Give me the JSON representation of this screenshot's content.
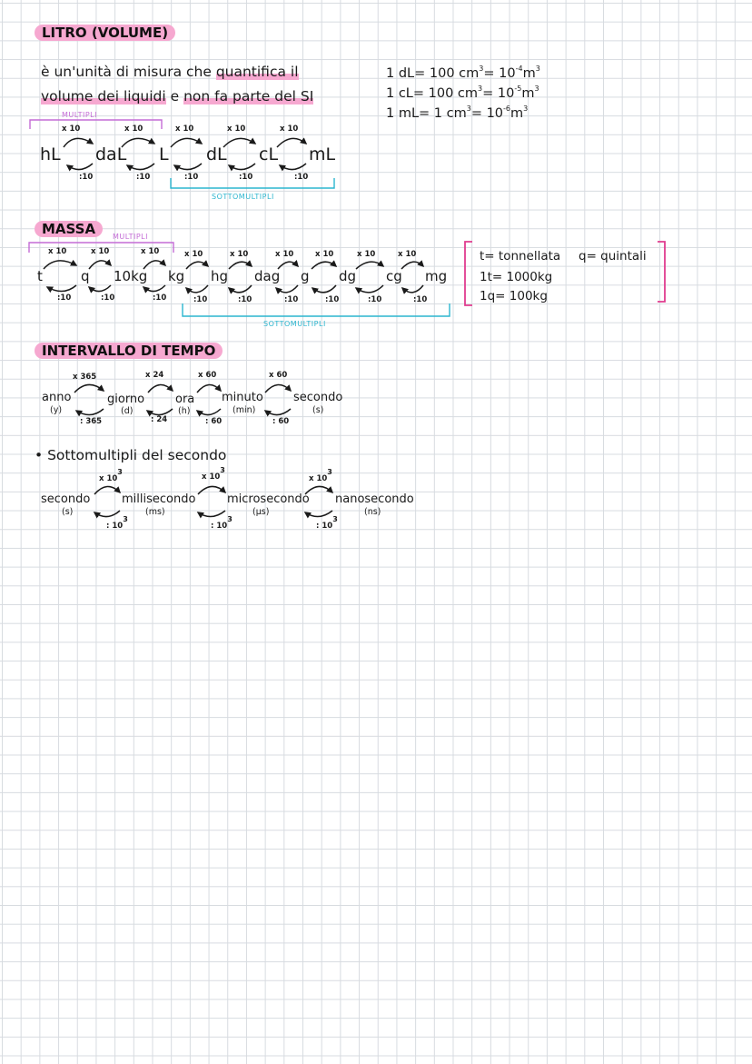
{
  "litro": {
    "heading": "LITRO (VOLUME)",
    "desc_line1_pre": "è un'unità di misura che ",
    "desc_line1_hl": "quantifica il",
    "desc_line2_pre": "volume dei liquidi",
    "desc_line2_mid": " e ",
    "desc_line2_hl": "non fa parte del SI",
    "formulas": [
      {
        "lhs": "1 dL= 100 cm",
        "mid": "= 10",
        "exp": "-4",
        "unit": "m",
        "unit_exp": "3"
      },
      {
        "lhs": "1 cL= 100 cm",
        "mid": "= 10",
        "exp": "-5",
        "unit": "m",
        "unit_exp": "3"
      },
      {
        "lhs": "1 mL= 1 cm",
        "mid": "= 10",
        "exp": "-6",
        "unit": "m",
        "unit_exp": "3"
      }
    ],
    "cm_exp": "3",
    "units": [
      "hL",
      "daL",
      "L",
      "dL",
      "cL",
      "mL"
    ],
    "mult_label": "x 10",
    "div_label": ":10",
    "multipli": "MULTIPLI",
    "sottomultipli": "SOTTOMULTIPLI"
  },
  "massa": {
    "heading": "MASSA",
    "units": [
      "t",
      "q",
      "10kg",
      "kg",
      "hg",
      "dag",
      "g",
      "dg",
      "cg",
      "mg"
    ],
    "mult_label": "x 10",
    "div_label": ":10",
    "multipli": "MULTIPLI",
    "sottomultipli": "SOTTOMULTIPLI",
    "notes": [
      "t= tonnellata",
      "q= quintali",
      "1t= 1000kg",
      "1q= 100kg"
    ]
  },
  "tempo": {
    "heading": "INTERVALLO DI TEMPO",
    "units": [
      {
        "name": "anno",
        "abbr": "(y)"
      },
      {
        "name": "giorno",
        "abbr": "(d)"
      },
      {
        "name": "ora",
        "abbr": "(h)"
      },
      {
        "name": "minuto",
        "abbr": "(min)"
      },
      {
        "name": "secondo",
        "abbr": "(s)"
      }
    ],
    "mult_labels": [
      "x 365",
      "x 24",
      "x 60",
      "x 60"
    ],
    "div_labels": [
      ": 365",
      ": 24",
      ": 60",
      ": 60"
    ]
  },
  "secondo": {
    "heading": "• Sottomultipli del secondo",
    "units": [
      {
        "name": "secondo",
        "abbr": "(s)"
      },
      {
        "name": "millisecondo",
        "abbr": "(ms)"
      },
      {
        "name": "microsecondo",
        "abbr": "(µs)"
      },
      {
        "name": "nanosecondo",
        "abbr": "(ns)"
      }
    ],
    "mult_label": "x 10",
    "div_label": ": 10",
    "exp": "3"
  },
  "colors": {
    "pink": "#f6a8d0",
    "violet": "#c46cd6",
    "cyan": "#2cb6cf",
    "magenta": "#e03c8f"
  }
}
